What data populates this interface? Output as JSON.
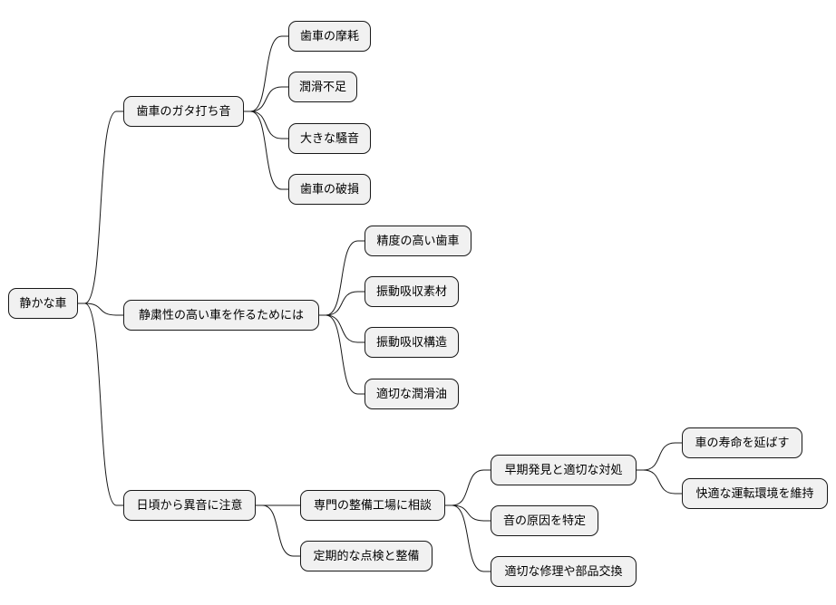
{
  "mindmap": {
    "root": "静かな車",
    "branches": [
      {
        "label": "歯車のガタ打ち音",
        "children": [
          {
            "label": "歯車の摩耗"
          },
          {
            "label": "潤滑不足"
          },
          {
            "label": "大きな騒音"
          },
          {
            "label": "歯車の破損"
          }
        ]
      },
      {
        "label": "静粛性の高い車を作るためには",
        "children": [
          {
            "label": "精度の高い歯車"
          },
          {
            "label": "振動吸収素材"
          },
          {
            "label": "振動吸収構造"
          },
          {
            "label": "適切な潤滑油"
          }
        ]
      },
      {
        "label": "日頃から異音に注意",
        "children": [
          {
            "label": "専門の整備工場に相談",
            "children": [
              {
                "label": "早期発見と適切な対処",
                "children": [
                  {
                    "label": "車の寿命を延ばす"
                  },
                  {
                    "label": "快適な運転環境を維持"
                  }
                ]
              },
              {
                "label": "音の原因を特定"
              },
              {
                "label": "適切な修理や部品交換"
              }
            ]
          },
          {
            "label": "定期的な点検と整備"
          }
        ]
      }
    ]
  }
}
